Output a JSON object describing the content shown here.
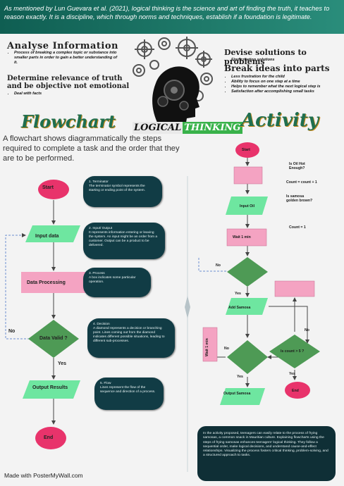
{
  "banner": {
    "text": "As mentioned by Lun Guevara et al. (2021), logical thinking is the science and art of finding the truth, it teaches to reason exactly. It is a discipline, which through norms and techniques, establish if a foundation is legitimate."
  },
  "left_top": {
    "heading1": "Analyse Information",
    "bullet1": "Process of breaking a complex topic or substance into smaller parts in order to gain a better understanding of it.",
    "heading2a": "Determine relevance of truth",
    "heading2b": "and be objective not emotional",
    "bullet2": "Deal with facts"
  },
  "right_top": {
    "heading1": "Devise solutions to problems",
    "bullet1": "Find creation solutions",
    "heading2": "Break ideas into parts",
    "bullets2": [
      "Less frustration for the child",
      "Ability to focus on one step at a time",
      "Helps to remember what the next logical step is",
      "Satisfaction after accomplishing small tasks"
    ]
  },
  "center_logo": {
    "word1": "LOGICAL",
    "word2": "THINKING"
  },
  "flowchart": {
    "title": "Flowchart",
    "description": "A flowchart shows diagrammatically the steps required to complete a task and the order that they are to be performed.",
    "nodes": {
      "start": "Start",
      "input": "Input data",
      "process": "Data Processing",
      "decision": "Data Valid ?",
      "output": "Output Results",
      "end": "End"
    },
    "no_label": "No",
    "yes_label": "Yes",
    "callouts": [
      "1. Terminator\nThe terminator symbol represents the starting or ending point of the system.",
      "2. Input/ Output\nIt represents information entering or leaving the system. An input might be an order from a customer. Output can be a product to be delivered.",
      "3. Process\nA box indicates some particular operation.",
      "4. Decision\nA diamond represents a decision or branching point. Lines coming out from the diamond indicates different possible situations, leading to different sub-processes.",
      "5. Flow\nLines represent the flow of the sequence and direction of a process."
    ]
  },
  "activity": {
    "title": "Activity",
    "start": "Start",
    "input_oil": "Input Oil",
    "wait": "Wait 1 min",
    "add_samosa": "Add Samosa",
    "wait_side": "Wait 1 min",
    "output_samosa": "Output Samosa",
    "count_check": "Is count > 5 ?",
    "end": "End",
    "notes": {
      "oil_hot": "Is Oil Hot Enough?",
      "count_plus": "Count = count + 1",
      "samosa_brown": "Is samosa golden brown?",
      "count_init": "Count = 1"
    },
    "yes": "Yes",
    "no": "No",
    "summary": "In the activity proposed, teenagers can easily relate to the process of frying samosas, a common snack in Mauritian culture. Explaining flowcharts using the steps of frying samosas enhances teenagers' logical thinking. They follow a sequential order, make logical decisions, and understand cause-and-effect relationships. Visualizing the process fosters critical thinking, problem-solving, and a structured approach to tasks."
  },
  "footer": "Made with PosterMyWall.com",
  "colors": {
    "banner": "#1f7a6a",
    "terminator": "#e8336b",
    "io": "#6ee6a0",
    "process": "#f4a3c2",
    "decision": "#4e9a55",
    "callout": "#113c45"
  }
}
